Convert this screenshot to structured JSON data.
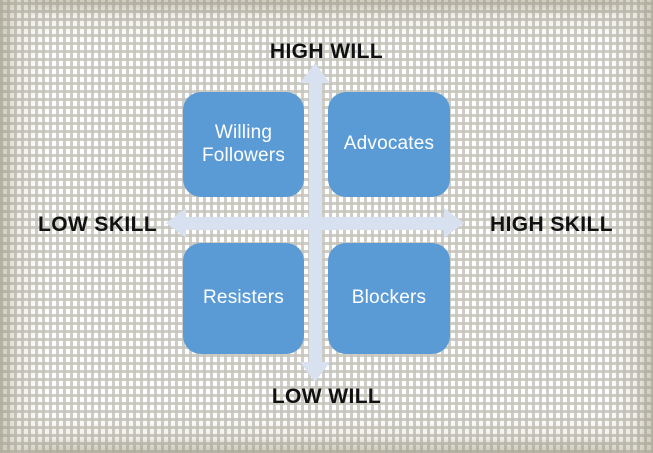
{
  "diagram": {
    "type": "2x2-matrix",
    "title_visible": false,
    "accent_color": "#5b9bd5",
    "axis_color": "#d8e1f0",
    "label_color": "#111111",
    "frame_color": "#cfccbd"
  },
  "axes": {
    "vertical": {
      "positive_label": "HIGH WILL",
      "negative_label": "LOW WILL",
      "arrow_up_icon": "arrow-up-icon",
      "arrow_down_icon": "arrow-down-icon"
    },
    "horizontal": {
      "negative_label": "LOW SKILL",
      "positive_label": "HIGH SKILL",
      "arrow_left_icon": "arrow-left-icon",
      "arrow_right_icon": "arrow-right-icon"
    }
  },
  "quadrants": [
    {
      "id": "top-left",
      "label": "Willing\nFollowers",
      "skill": "low",
      "will": "high"
    },
    {
      "id": "top-right",
      "label": "Advocates",
      "skill": "high",
      "will": "high"
    },
    {
      "id": "bottom-left",
      "label": "Resisters",
      "skill": "low",
      "will": "low"
    },
    {
      "id": "bottom-right",
      "label": "Blockers",
      "skill": "high",
      "will": "low"
    }
  ]
}
